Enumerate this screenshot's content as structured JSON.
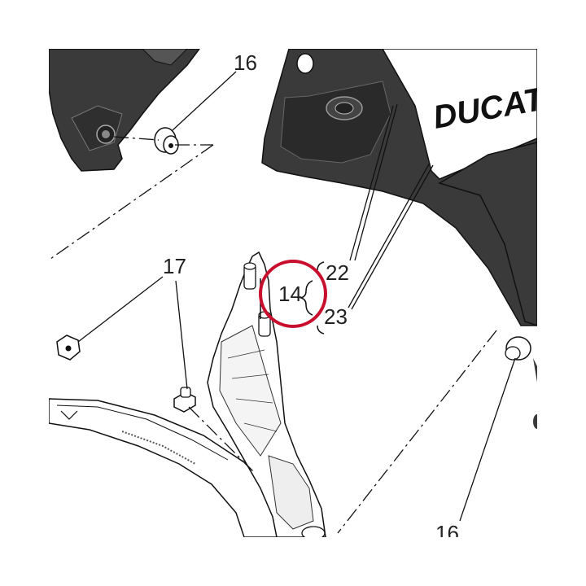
{
  "callouts": {
    "c16_top": "16",
    "c17": "17",
    "c14": "14",
    "c22": "22",
    "c23": "23",
    "c16_bottom": "16"
  },
  "brand": {
    "logo_text": "DUCAT"
  },
  "colors": {
    "dark_part": "#3a3a3a",
    "darker_part": "#2a2a2a",
    "line": "#111111",
    "highlight_circle": "#c8102e"
  }
}
